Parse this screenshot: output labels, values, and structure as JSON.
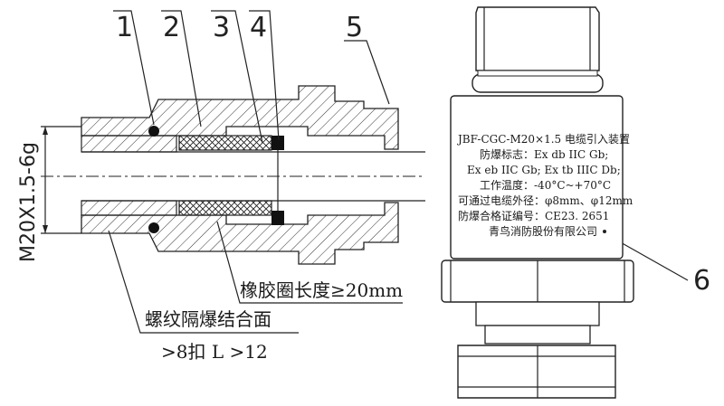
{
  "callouts": [
    "1",
    "2",
    "3",
    "4",
    "5",
    "6"
  ],
  "thread_dim": "M20X1.5-6g",
  "rubber_ring_note": "橡胶圈长度≥20mm",
  "thread_note_line1": "螺纹隔爆结合面",
  "thread_note_line2": ">8扣 L >12",
  "nameplate": {
    "line1": "JBF-CGC-M20×1.5  电缆引入装置",
    "line2": "防爆标志：Ex db IIC Gb;",
    "line3": "Ex eb IIC Gb;  Ex tb IIIC  Db;",
    "line4": "工作温度：-40°C~+70°C",
    "line5": "可通过电缆外径：φ8mm、φ12mm",
    "line6": "防爆合格证编号：CE23. 2651",
    "line7": "青鸟消防股份有限公司"
  }
}
